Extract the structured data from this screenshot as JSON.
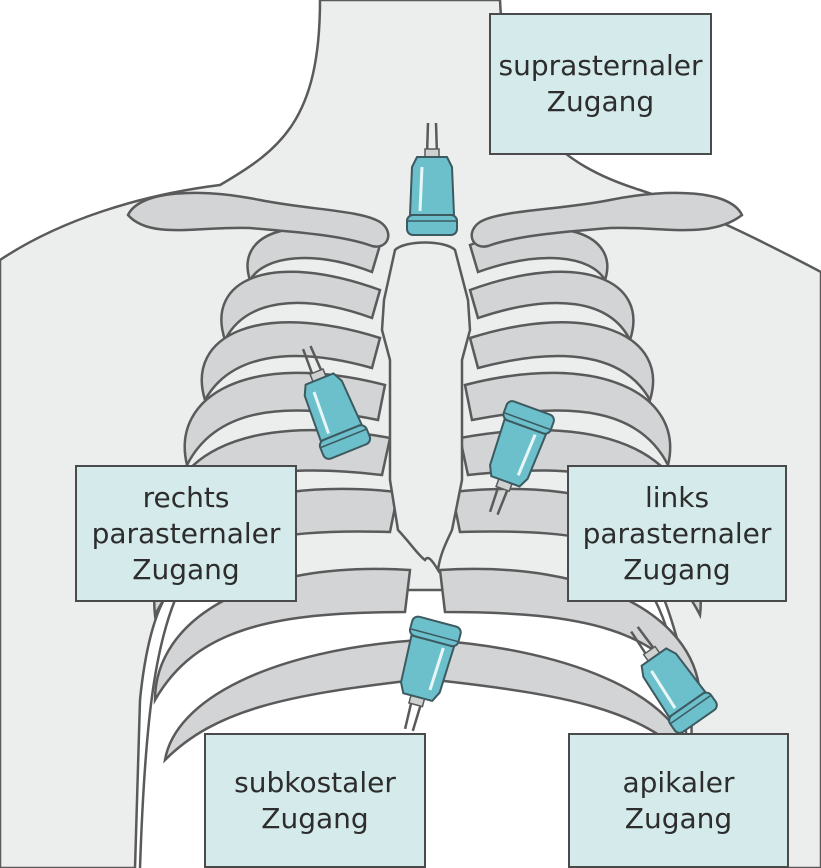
{
  "colors": {
    "body_fill": "#eceded",
    "bone_fill": "#d3d4d5",
    "outline": "#5a5a5a",
    "probe_fill": "#6cc0cc",
    "label_fill": "#d5eaea",
    "label_border": "#4a4a4a"
  },
  "labels": {
    "suprasternal": {
      "line1": "suprasternaler",
      "line2": "Zugang"
    },
    "rechts_parasternal": {
      "line1": "rechts",
      "line2": "parasternaler",
      "line3": "Zugang"
    },
    "links_parasternal": {
      "line1": "links",
      "line2": "parasternaler",
      "line3": "Zugang"
    },
    "subkostal": {
      "line1": "subkostaler",
      "line2": "Zugang"
    },
    "apikal": {
      "line1": "apikaler",
      "line2": "Zugang"
    }
  }
}
